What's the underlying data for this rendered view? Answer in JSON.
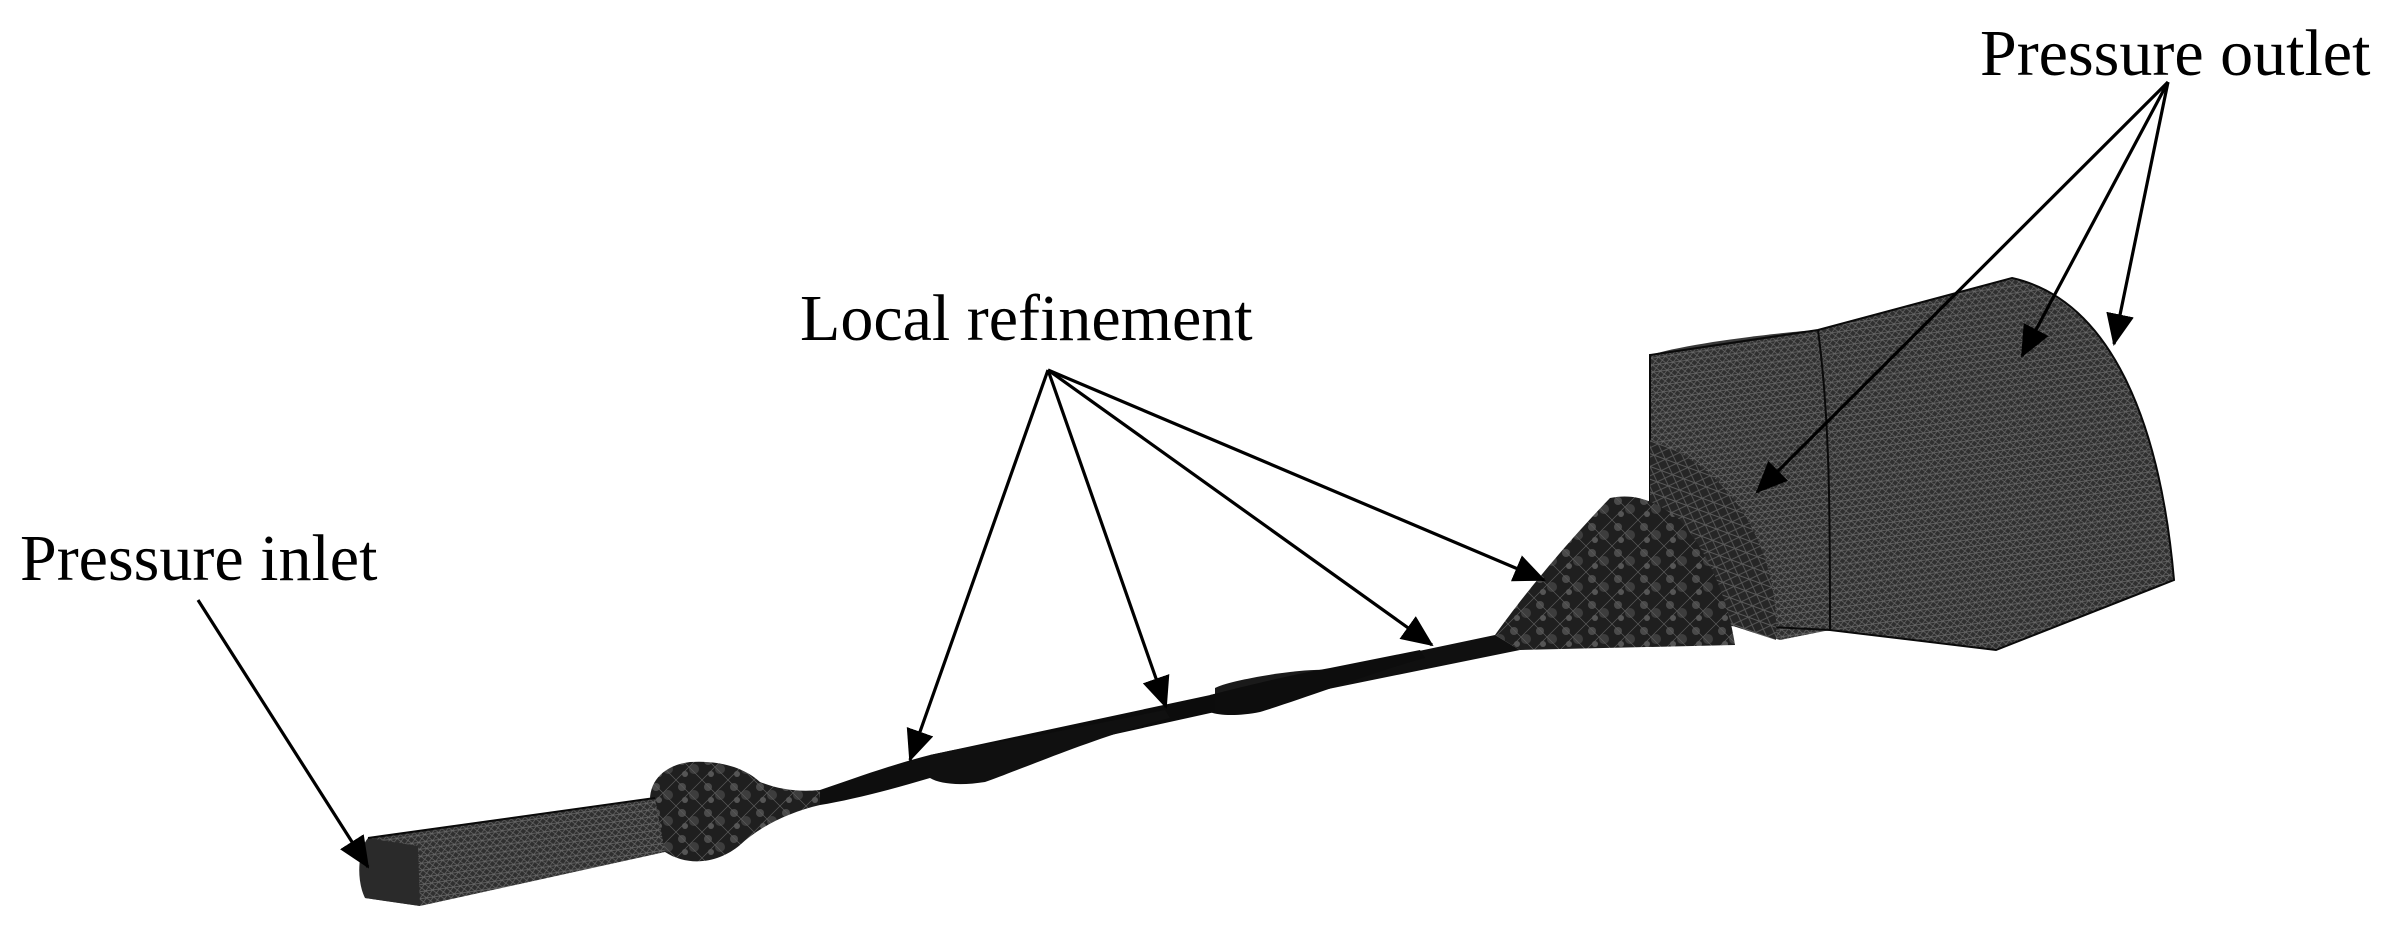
{
  "figure": {
    "labels": {
      "pressure_outlet": "Pressure outlet",
      "local_refinement": "Local refinement",
      "pressure_inlet": "Pressure inlet"
    },
    "colors": {
      "background": "#ffffff",
      "mesh_dark": "#151515",
      "mesh_mid": "#3a3a3a",
      "mesh_light": "#555555",
      "text": "#000000"
    }
  }
}
